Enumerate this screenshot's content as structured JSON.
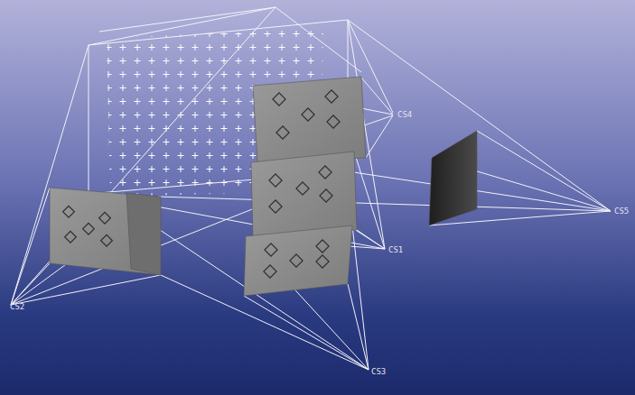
{
  "diagram": {
    "labels": [
      "CS4",
      "CS5",
      "CS1",
      "CS2",
      "CS3"
    ]
  }
}
